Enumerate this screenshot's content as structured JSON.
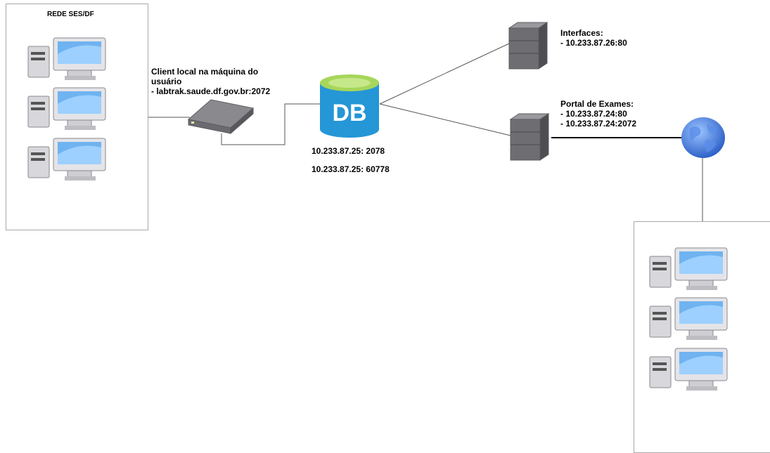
{
  "network_box": {
    "title": "REDE SES/DF"
  },
  "client": {
    "lines": [
      "Client local na máquina do",
      "usuário",
      "- labtrak.saude.df.gov.br:2072"
    ]
  },
  "database": {
    "icon_text": "DB",
    "ports": [
      "10.233.87.25: 2078",
      "10.233.87.25: 60778"
    ]
  },
  "interfaces_server": {
    "lines": [
      "Interfaces:",
      "- 10.233.87.26:80"
    ]
  },
  "portal_server": {
    "lines": [
      "Portal de Exames:",
      "- 10.233.87.24:80",
      "- 10.233.87.24:2072"
    ]
  },
  "colors": {
    "db_top": "#a6d65a",
    "db_body": "#2596d6",
    "server": "#6e6e72",
    "globe": "#3b78e0",
    "screen": "#6fb3f0"
  },
  "icons": [
    "desktop-computer-icon",
    "network-device-icon",
    "database-icon",
    "server-icon",
    "globe-icon"
  ]
}
